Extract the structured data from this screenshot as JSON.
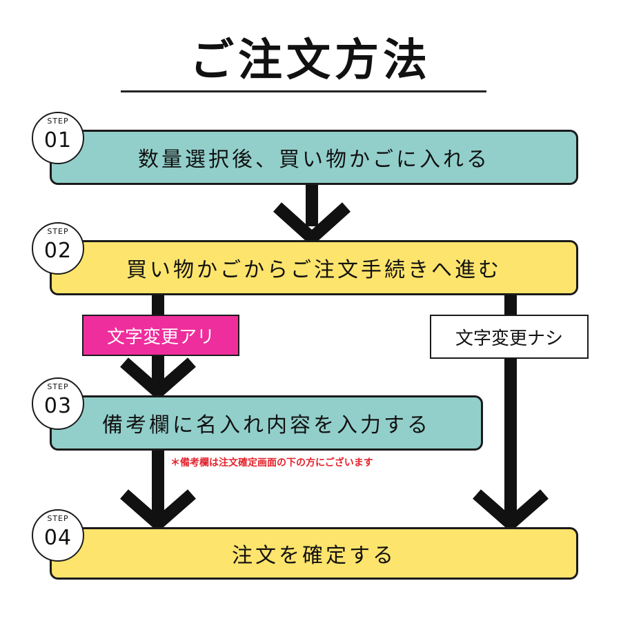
{
  "title": "ご注文方法",
  "step_word": "STEP",
  "steps": [
    {
      "number": "01",
      "text": "数量選択後、買い物かごに入れる"
    },
    {
      "number": "02",
      "text": "買い物かごからご注文手続きへ進む"
    },
    {
      "number": "03",
      "text": "備考欄に名入れ内容を入力する"
    },
    {
      "number": "04",
      "text": "注文を確定する"
    }
  ],
  "branches": {
    "with_change": "文字変更アリ",
    "without_change": "文字変更ナシ"
  },
  "note": "＊備考欄は注文確定画面の下の方にございます",
  "colors": {
    "teal": "#92cfcb",
    "yellow": "#fde46c",
    "pink": "#ee2e9c",
    "note_red": "#e3232d",
    "arrow": "#111111"
  }
}
